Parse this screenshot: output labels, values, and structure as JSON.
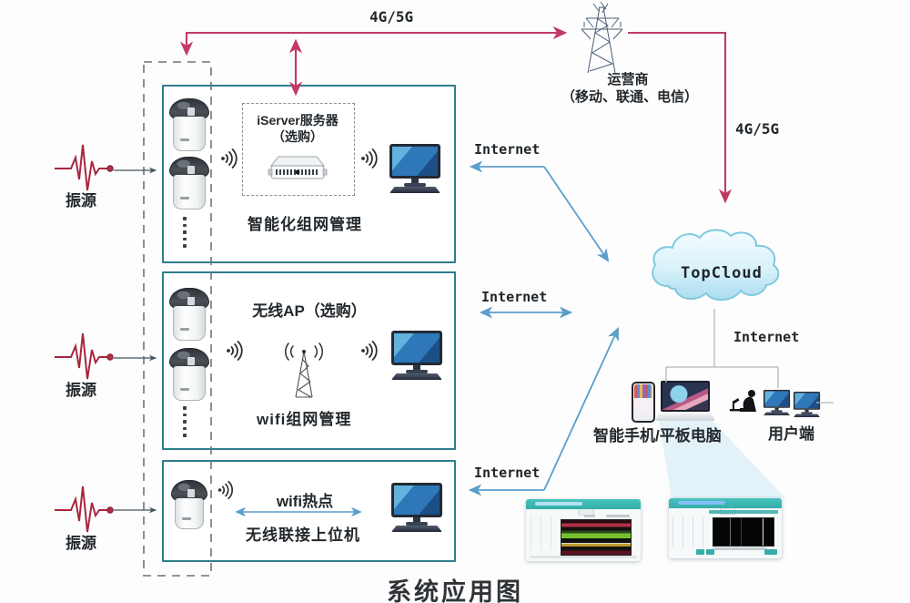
{
  "diagram_title": "系统应用图",
  "colors": {
    "link_pink": "#c23a62",
    "link_blue": "#5b9ec9",
    "box_border_teal": "#2e7d8d",
    "app_header_teal": "#3bb7b0",
    "cloud_fill": "#cdeaf6"
  },
  "top_link": {
    "label_top": "4G/5G",
    "label_right": "4G/5G"
  },
  "operator": {
    "name": "运营商",
    "detail": "（移动、联通、电信）"
  },
  "cloud": {
    "name": "TopCloud",
    "internet_label": "Internet"
  },
  "internet_links": {
    "link1": "Internet",
    "link2": "Internet",
    "link3": "Internet"
  },
  "sources": {
    "label1": "振源",
    "label2": "振源",
    "label3": "振源"
  },
  "box1": {
    "server_line1": "iServer服务器",
    "server_line2": "（选购）",
    "caption": "智能化组网管理"
  },
  "box2": {
    "title": "无线AP（选购）",
    "caption": "wifi组网管理"
  },
  "box3": {
    "title": "wifi热点",
    "caption": "无线联接上位机"
  },
  "endpoints": {
    "mobile_label": "智能手机/平板电脑",
    "client_label": "用户端"
  }
}
